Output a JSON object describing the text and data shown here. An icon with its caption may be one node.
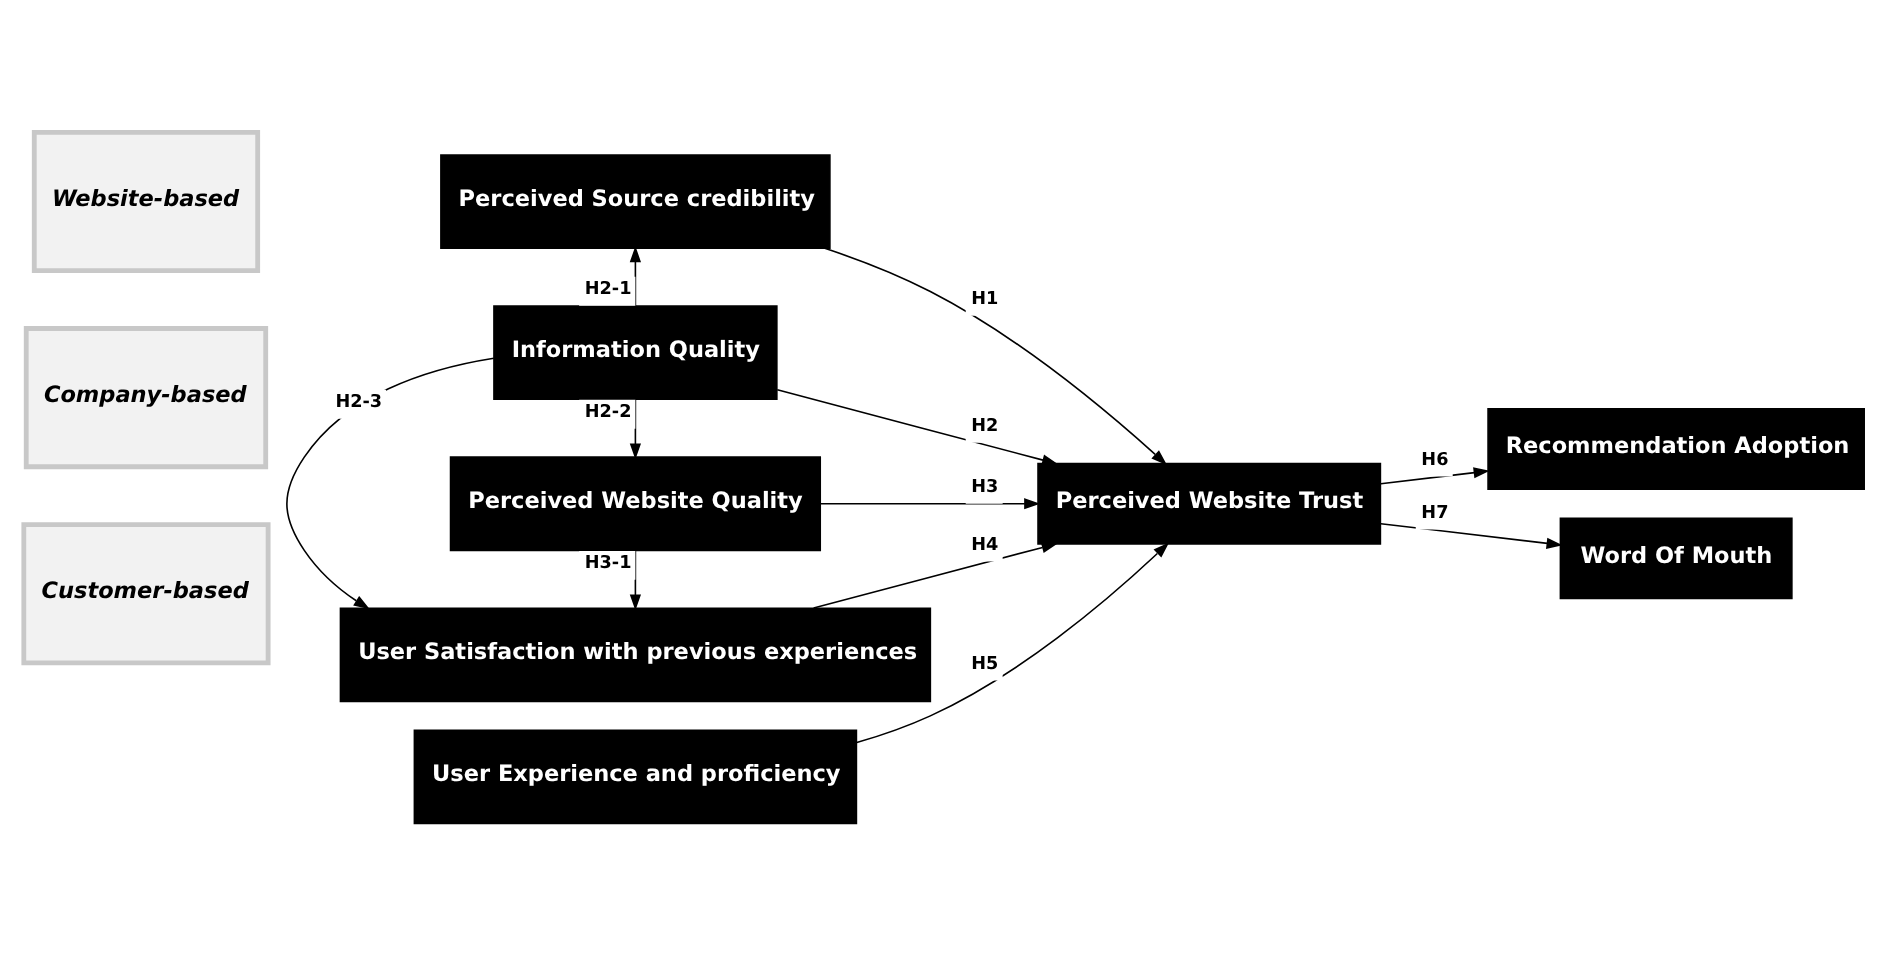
{
  "diagram": {
    "nodes": [
      {
        "text": [
          "Website-based"
        ]
      },
      {
        "text": [
          "Company-based"
        ]
      },
      {
        "text": [
          "Customer-based"
        ]
      },
      {
        "text": [
          "Perceived Source credibility"
        ]
      },
      {
        "text": [
          "Information Quality"
        ]
      },
      {
        "text": [
          "Perceived Website Quality"
        ]
      },
      {
        "text": [
          "User Satisfaction with previous experiences"
        ]
      },
      {
        "text": [
          "User Experience and proficiency"
        ]
      },
      {
        "text": [
          "Perceived Website Trust"
        ]
      },
      {
        "text": [
          "Recommendation Adoption"
        ]
      },
      {
        "text": [
          "Word Of Mouth"
        ]
      }
    ],
    "edges": [
      {
        "from": 4,
        "to": 3,
        "arrow": "to",
        "label": "H2-1"
      },
      {
        "from": 4,
        "to": 5,
        "arrow": "to",
        "label": "H2-2"
      },
      {
        "from": 4,
        "to": 6,
        "arrow": "to",
        "label": "H2-3"
      },
      {
        "from": 5,
        "to": 6,
        "arrow": "to",
        "label": "H3-1"
      },
      {
        "from": 3,
        "to": 8,
        "arrow": "to",
        "label": "H1"
      },
      {
        "from": 4,
        "to": 8,
        "arrow": "to",
        "label": "H2"
      },
      {
        "from": 5,
        "to": 8,
        "arrow": "to",
        "label": "H3"
      },
      {
        "from": 6,
        "to": 8,
        "arrow": "to",
        "label": "H4"
      },
      {
        "from": 7,
        "to": 8,
        "arrow": "to",
        "label": "H5"
      },
      {
        "from": 8,
        "to": 9,
        "arrow": "to",
        "label": "H6"
      },
      {
        "from": 8,
        "to": 10,
        "arrow": "to",
        "label": "H7"
      }
    ]
  }
}
